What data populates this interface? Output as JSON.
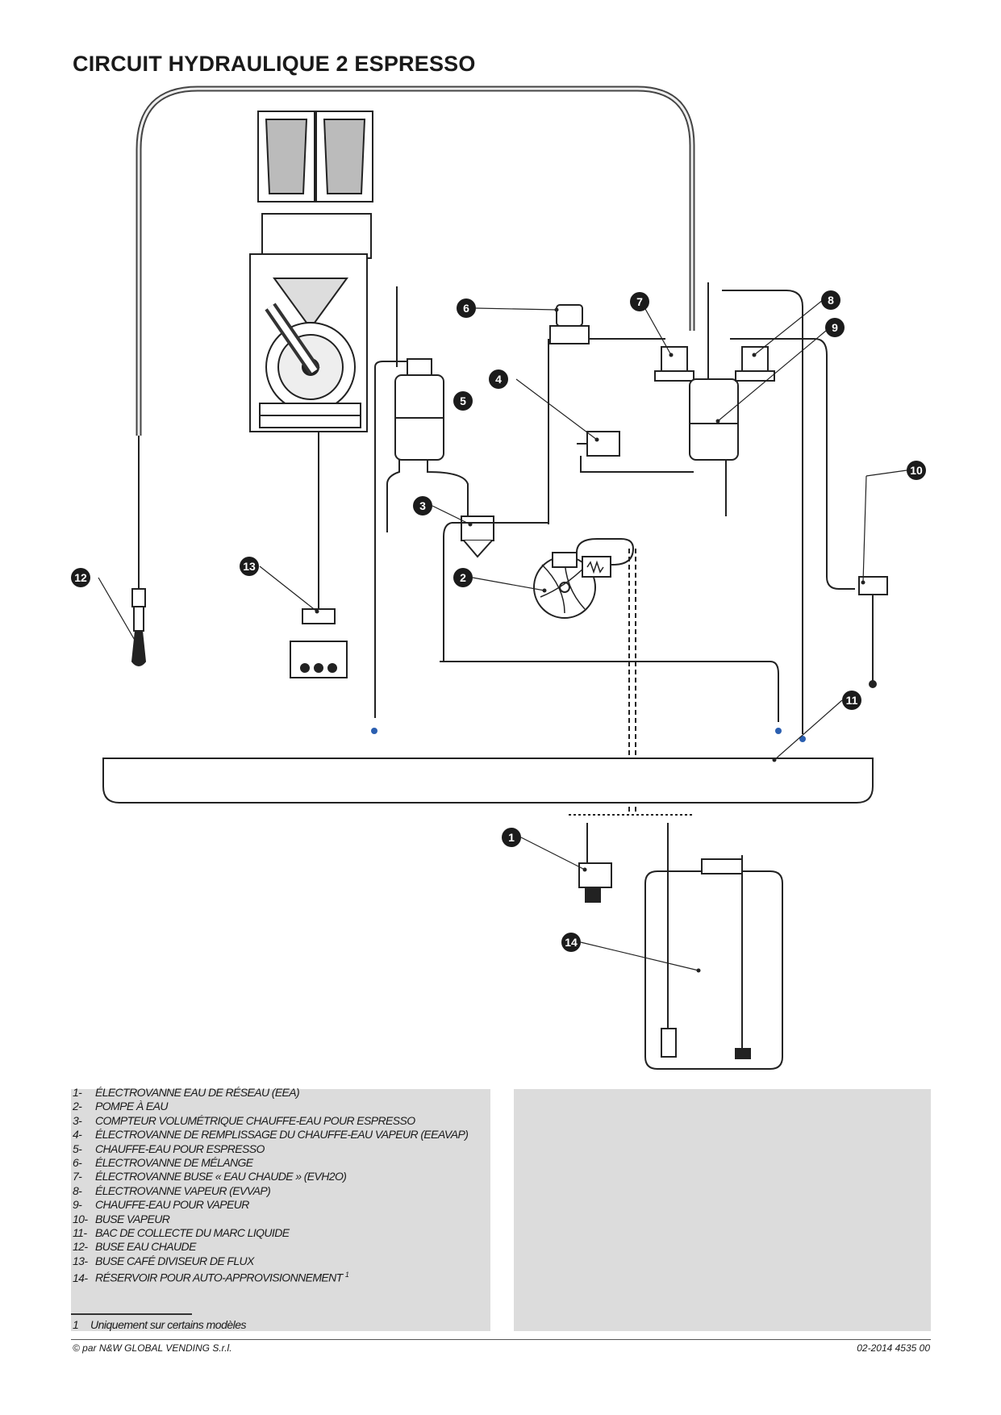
{
  "title": "CIRCUIT HYDRAULIQUE 2 ESPRESSO",
  "callouts": [
    "1",
    "2",
    "3",
    "4",
    "5",
    "6",
    "7",
    "8",
    "9",
    "10",
    "11",
    "12",
    "13",
    "14"
  ],
  "legend": [
    {
      "num": "1-",
      "text": "ÉLECTROVANNE EAU DE RÉSEAU (EEA)"
    },
    {
      "num": "2-",
      "text": "POMPE À EAU"
    },
    {
      "num": "3-",
      "text": "COMPTEUR VOLUMÉTRIQUE CHAUFFE-EAU POUR ESPRESSO"
    },
    {
      "num": "4-",
      "text": "ÉLECTROVANNE DE REMPLISSAGE DU CHAUFFE-EAU VAPEUR (EEAVAP)"
    },
    {
      "num": "5-",
      "text": "CHAUFFE-EAU POUR ESPRESSO"
    },
    {
      "num": "6-",
      "text": "ÉLECTROVANNE DE MÉLANGE"
    },
    {
      "num": "7-",
      "text": "ÉLECTROVANNE BUSE « EAU CHAUDE » (EVH2O)"
    },
    {
      "num": "8-",
      "text": "ÉLECTROVANNE VAPEUR (EVVAP)"
    },
    {
      "num": "9-",
      "text": "CHAUFFE-EAU POUR VAPEUR"
    },
    {
      "num": "10-",
      "text": "BUSE VAPEUR"
    },
    {
      "num": "11-",
      "text": "BAC DE COLLECTE DU MARC LIQUIDE"
    },
    {
      "num": "12-",
      "text": "BUSE EAU CHAUDE"
    },
    {
      "num": "13-",
      "text": "BUSE CAFÉ DIVISEUR DE FLUX"
    },
    {
      "num": "14-",
      "text": "RÉSERVOIR POUR AUTO-APPROVISIONNEMENT",
      "sup": "1"
    }
  ],
  "footnote": {
    "num": "1",
    "text": "Uniquement sur certains modèles"
  },
  "copyright": "© par N&W GLOBAL VENDING S.r.l.",
  "docref": "02-2014 4535 00"
}
